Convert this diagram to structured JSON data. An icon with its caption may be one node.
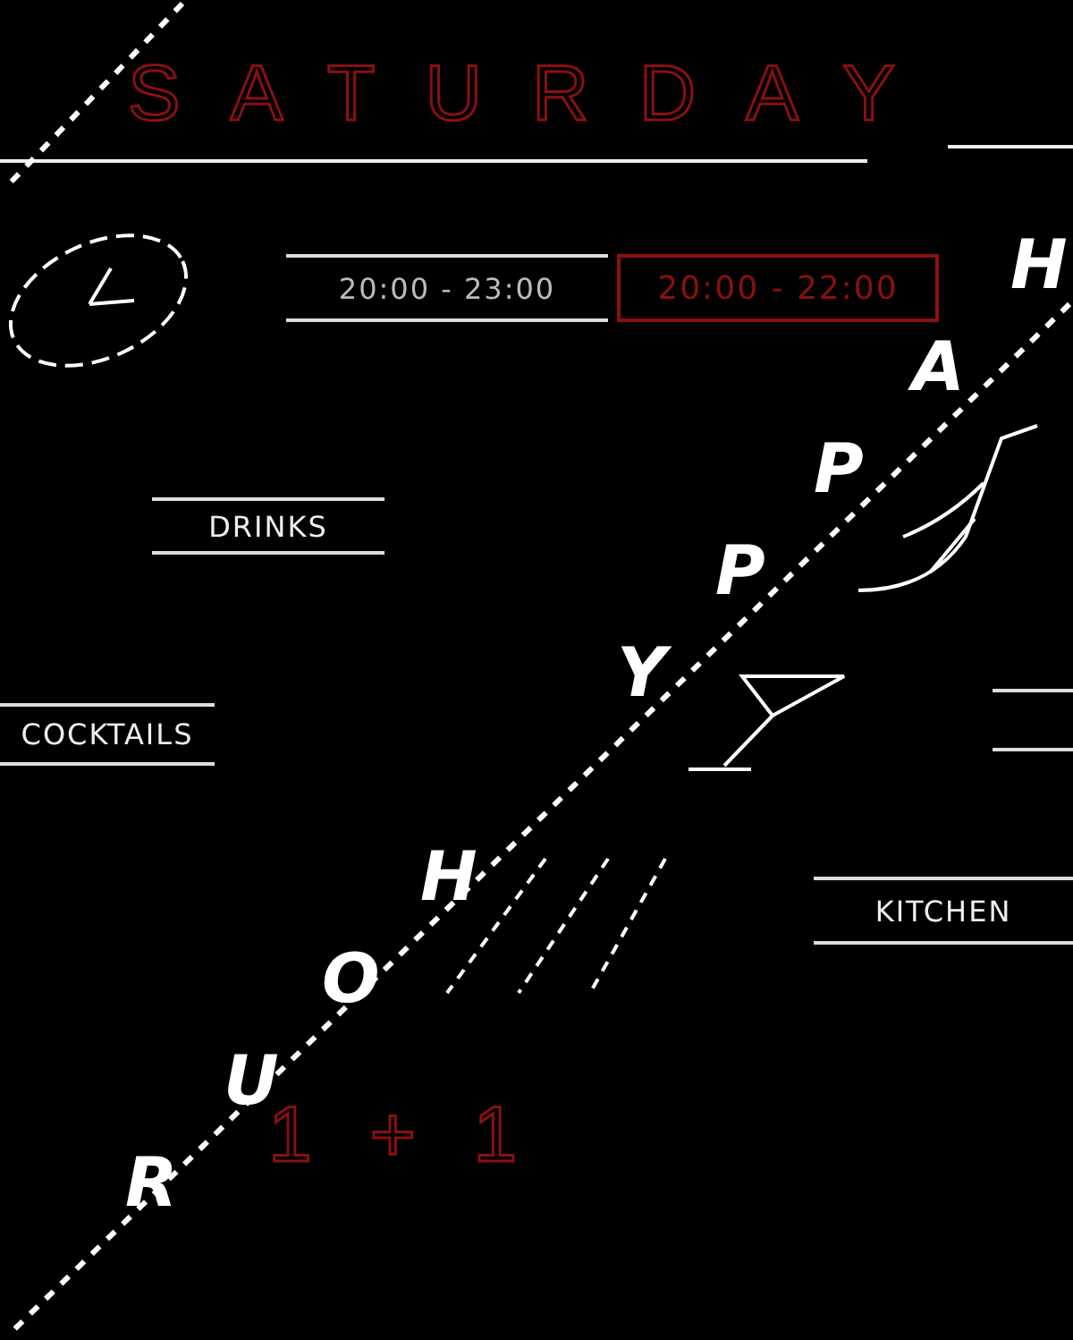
{
  "diagram": {
    "title": "SATURDAY",
    "nodes": [
      {
        "text": [
          "20:00 - 23:00"
        ]
      },
      {
        "text": [
          "20:00 - 22:00"
        ]
      },
      {
        "text": [
          "DRINKS"
        ]
      },
      {
        "text": [
          "COCKTAILS"
        ]
      },
      {
        "text": [],
        "shape": "box"
      },
      {
        "text": [
          "KITCHEN"
        ]
      }
    ],
    "edges": [],
    "labels": [
      "HAPPY HOUR",
      "1 + 1"
    ]
  }
}
